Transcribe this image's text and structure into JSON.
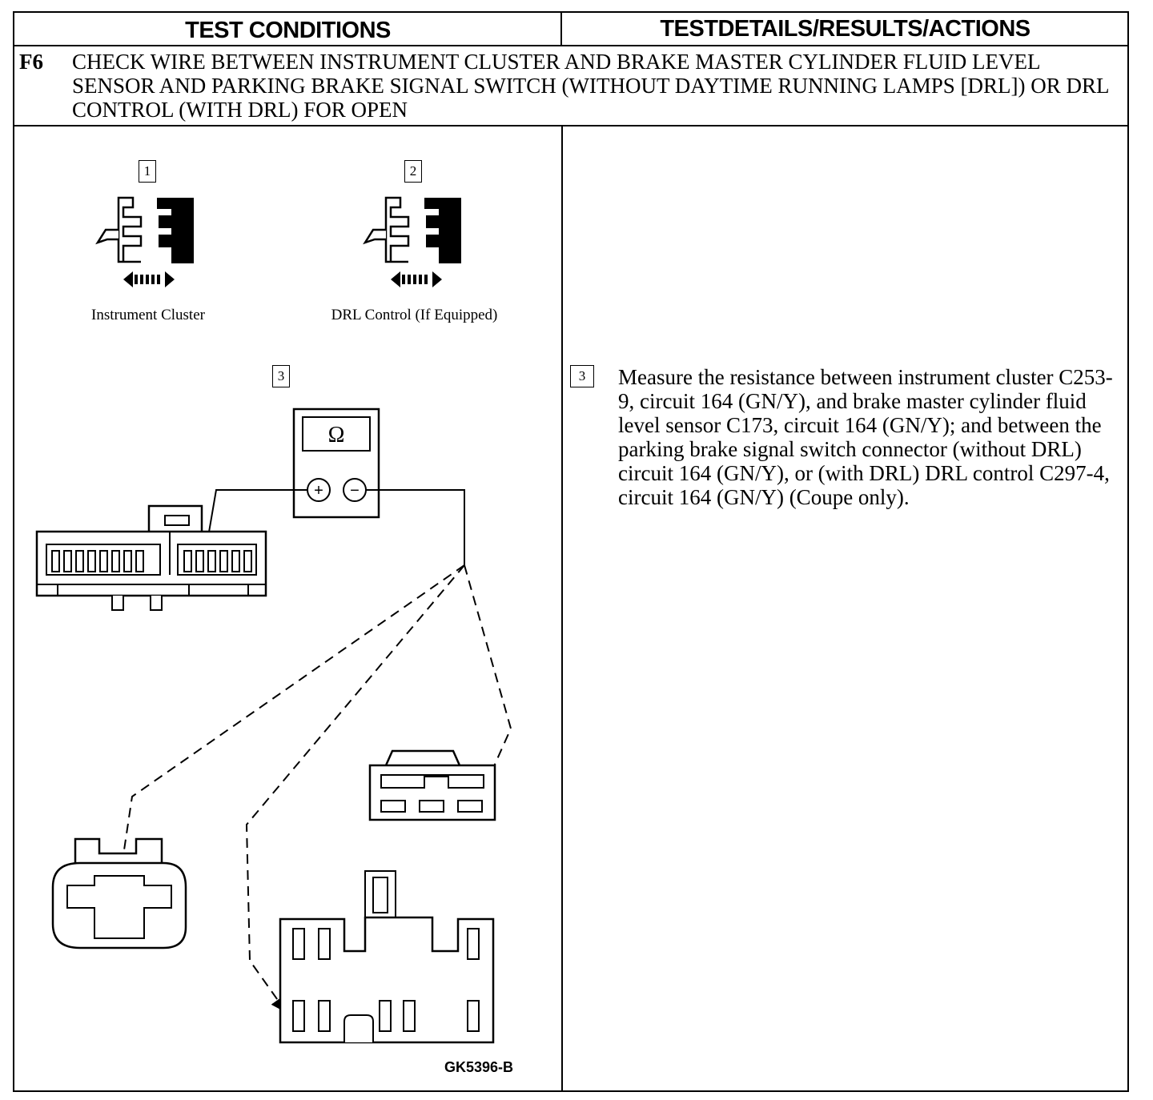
{
  "header": {
    "left": "TEST CONDITIONS",
    "right": "TESTDETAILS/RESULTS/ACTIONS"
  },
  "test": {
    "id": "F6",
    "title": "CHECK WIRE BETWEEN INSTRUMENT CLUSTER AND BRAKE MASTER CYLINDER FLUID LEVEL SENSOR AND PARKING BRAKE SIGNAL SWITCH (WITHOUT DAYTIME RUNNING LAMPS [DRL]) OR DRL CONTROL (WITH DRL) FOR OPEN"
  },
  "diagram": {
    "step1_num": "1",
    "step1_caption": "Instrument Cluster",
    "step2_num": "2",
    "step2_caption": "DRL Control (If Equipped)",
    "step3_num": "3",
    "meter_symbol": "Ω",
    "meter_plus": "+",
    "meter_minus": "−",
    "figure_id": "GK5396-B"
  },
  "details": {
    "step_num": "3",
    "step_text": "Measure the resistance between instrument cluster C253-9, circuit 164 (GN/Y), and brake master cylinder fluid level sensor C173, circuit 164 (GN/Y); and between the parking brake signal switch connector (without DRL) circuit 164 (GN/Y), or  (with DRL) DRL control C297-4, circuit 164 (GN/Y) (Coupe only)."
  }
}
